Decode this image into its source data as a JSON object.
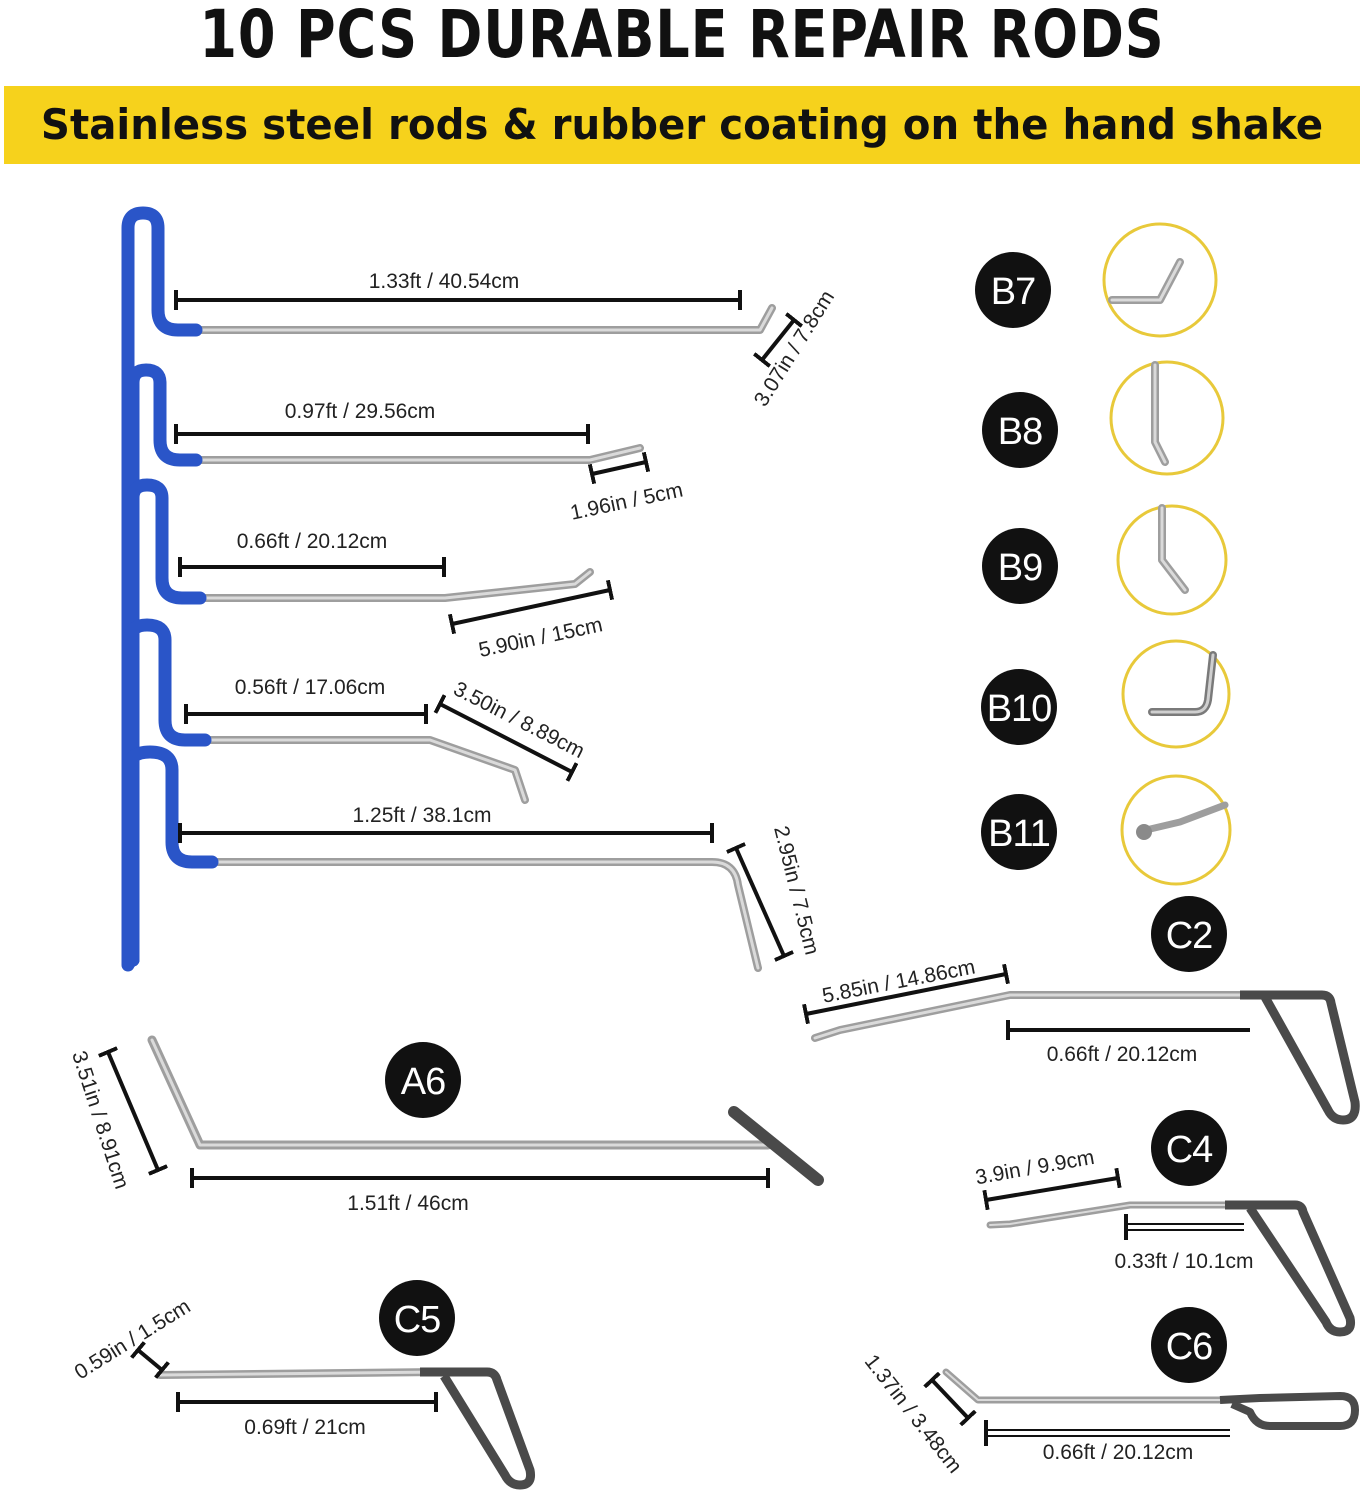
{
  "title": "10 PCS DURABLE REPAIR RODS",
  "subtitle": "Stainless steel rods & rubber coating on the hand shake",
  "colors": {
    "banner": "#f6d21c",
    "blue_handle": "#2a55c8",
    "gray_handle": "#4a4a4a",
    "rod": "#b9b9b9",
    "detail_ring": "#e8c93a"
  },
  "dims": {
    "r1_len": "1.33ft / 40.54cm",
    "r1_tip": "3.07in / 7.8cm",
    "r2_len": "0.97ft / 29.56cm",
    "r2_tip": "1.96in / 5cm",
    "r3_len": "0.66ft / 20.12cm",
    "r3_tip": "5.90in / 15cm",
    "r4_len": "0.56ft / 17.06cm",
    "r4_tip": "3.50in / 8.89cm",
    "r5_len": "1.25ft / 38.1cm",
    "r5_tip": "2.95in / 7.5cm",
    "a6_len": "1.51ft / 46cm",
    "a6_tip": "3.51in / 8.91cm",
    "c2_len": "0.66ft / 20.12cm",
    "c2_tip": "5.85in / 14.86cm",
    "c4_len": "0.33ft / 10.1cm",
    "c4_tip": "3.9in / 9.9cm",
    "c5_len": "0.69ft / 21cm",
    "c5_tip": "0.59in / 1.5cm",
    "c6_len": "0.66ft / 20.12cm",
    "c6_tip": "1.37in / 3.48cm"
  },
  "badges": {
    "b7": "B7",
    "b8": "B8",
    "b9": "B9",
    "b10": "B10",
    "b11": "B11",
    "a6": "A6",
    "c2": "C2",
    "c4": "C4",
    "c5": "C5",
    "c6": "C6"
  }
}
